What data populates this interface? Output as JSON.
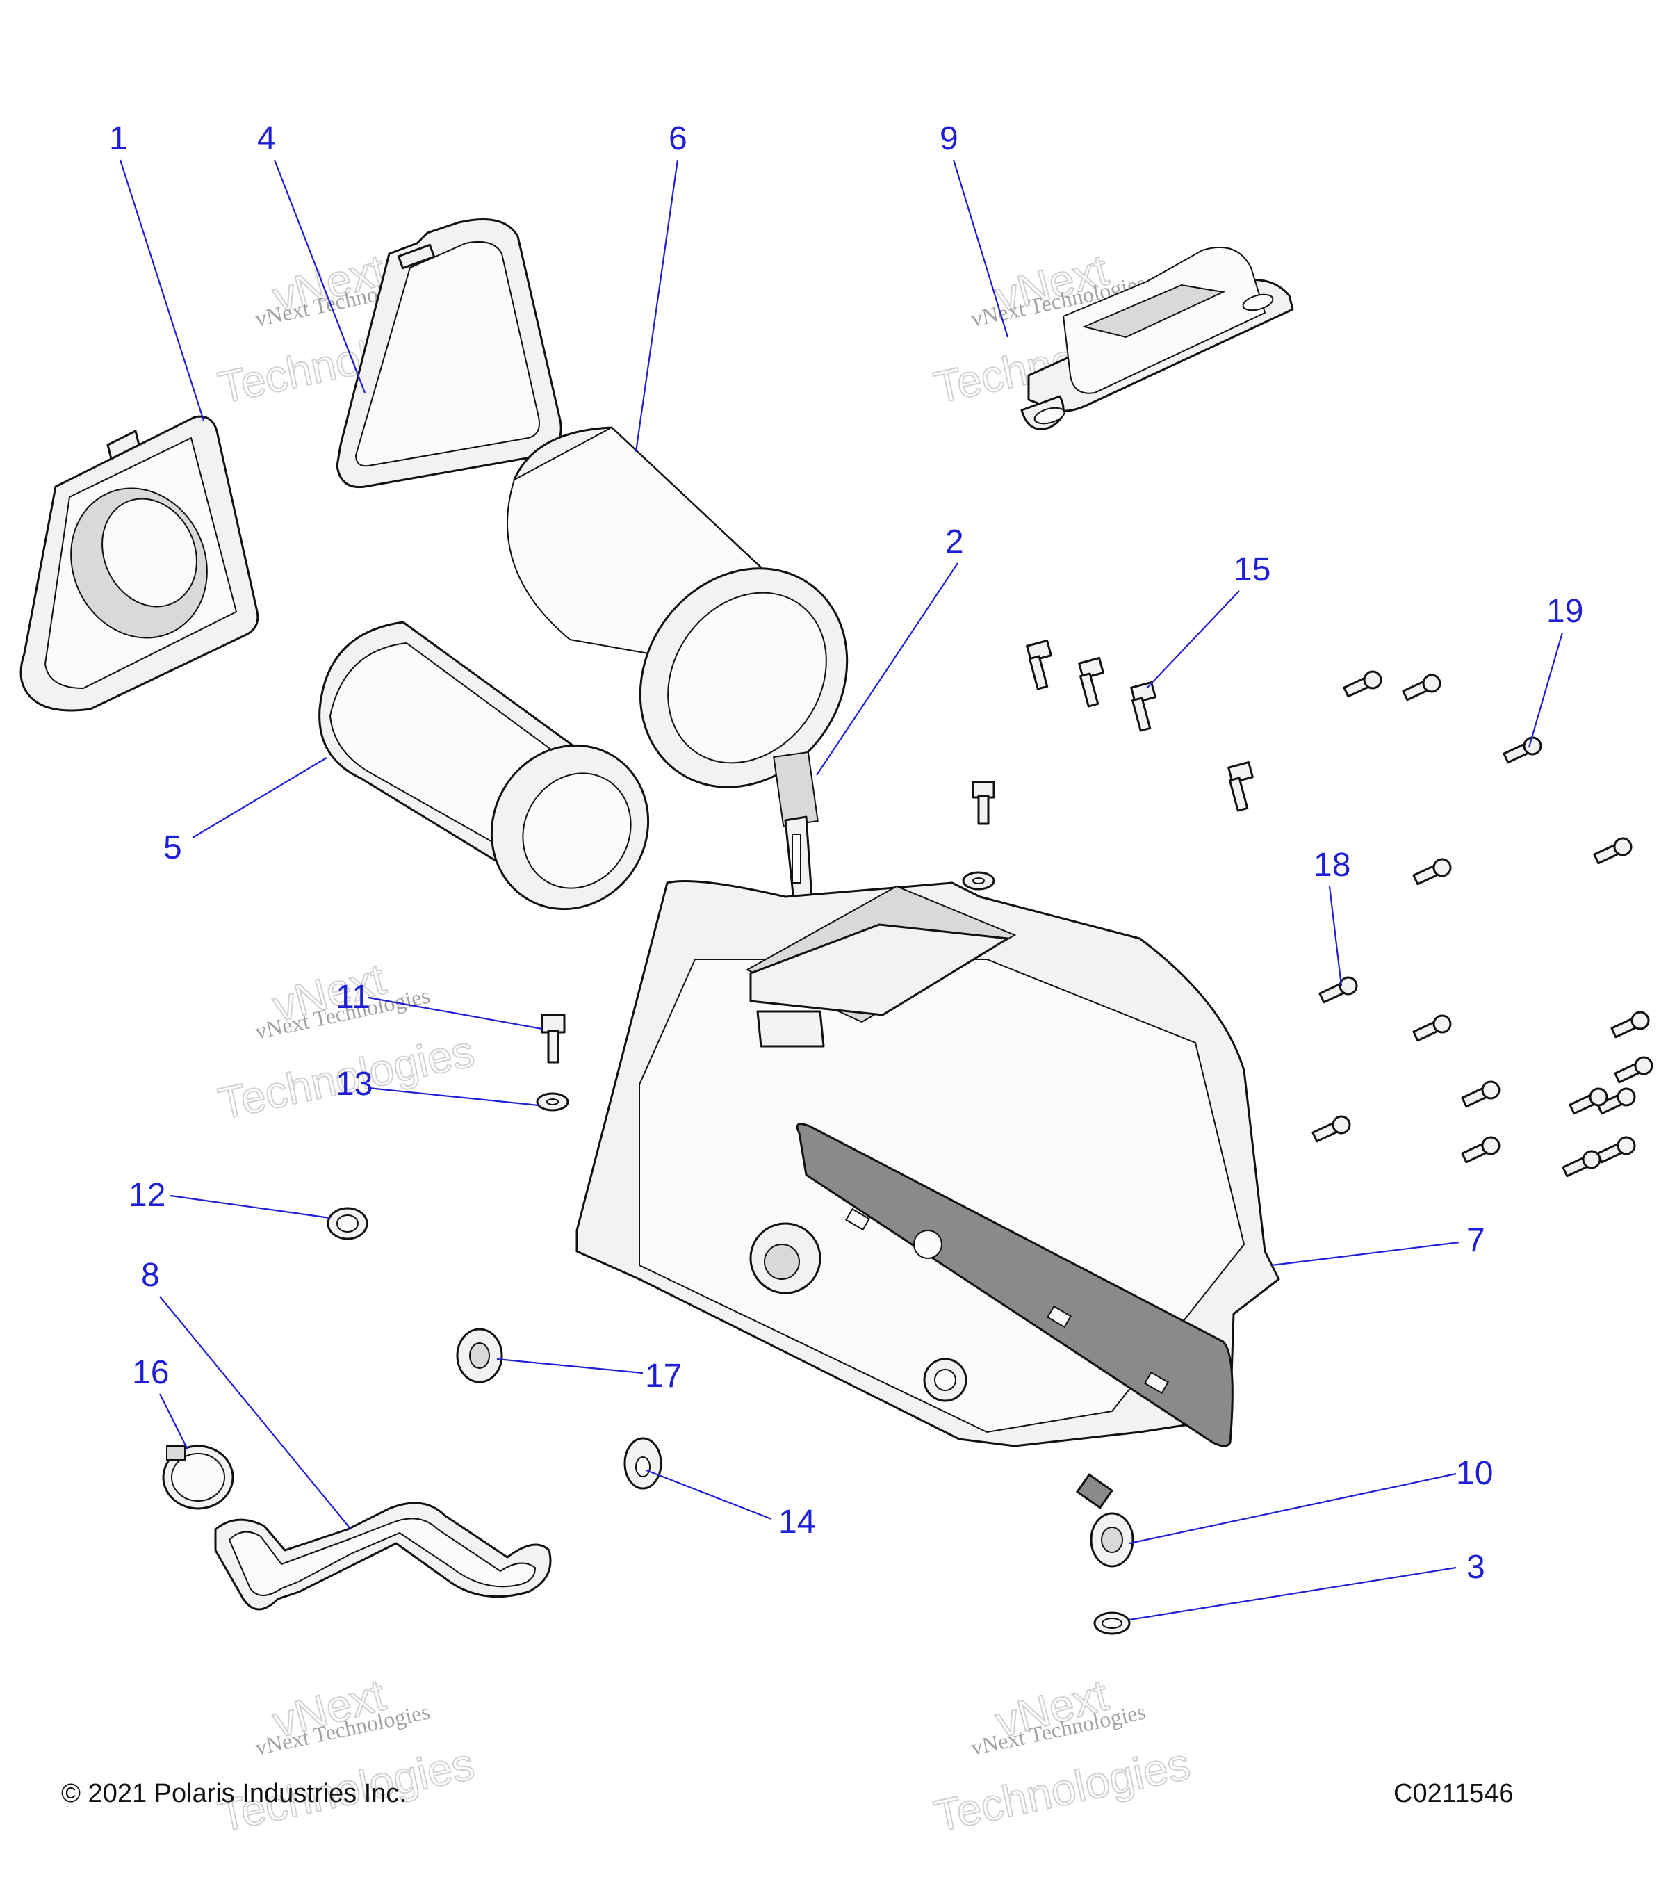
{
  "diagram": {
    "callouts": [
      {
        "label": "1"
      },
      {
        "label": "4"
      },
      {
        "label": "6"
      },
      {
        "label": "9"
      },
      {
        "label": "2"
      },
      {
        "label": "15"
      },
      {
        "label": "19"
      },
      {
        "label": "5"
      },
      {
        "label": "18"
      },
      {
        "label": "11"
      },
      {
        "label": "13"
      },
      {
        "label": "12"
      },
      {
        "label": "7"
      },
      {
        "label": "8"
      },
      {
        "label": "16"
      },
      {
        "label": "17"
      },
      {
        "label": "10"
      },
      {
        "label": "14"
      },
      {
        "label": "3"
      }
    ],
    "copyright": "© 2021 Polaris Industries Inc.",
    "drawing_number": "C0211546",
    "watermark_line1": "vNext Technologies",
    "watermark_line2": "vNext",
    "watermark_line3": "Technologies",
    "colors": {
      "callout": "#1f1fd6",
      "linework": "#111111"
    }
  }
}
